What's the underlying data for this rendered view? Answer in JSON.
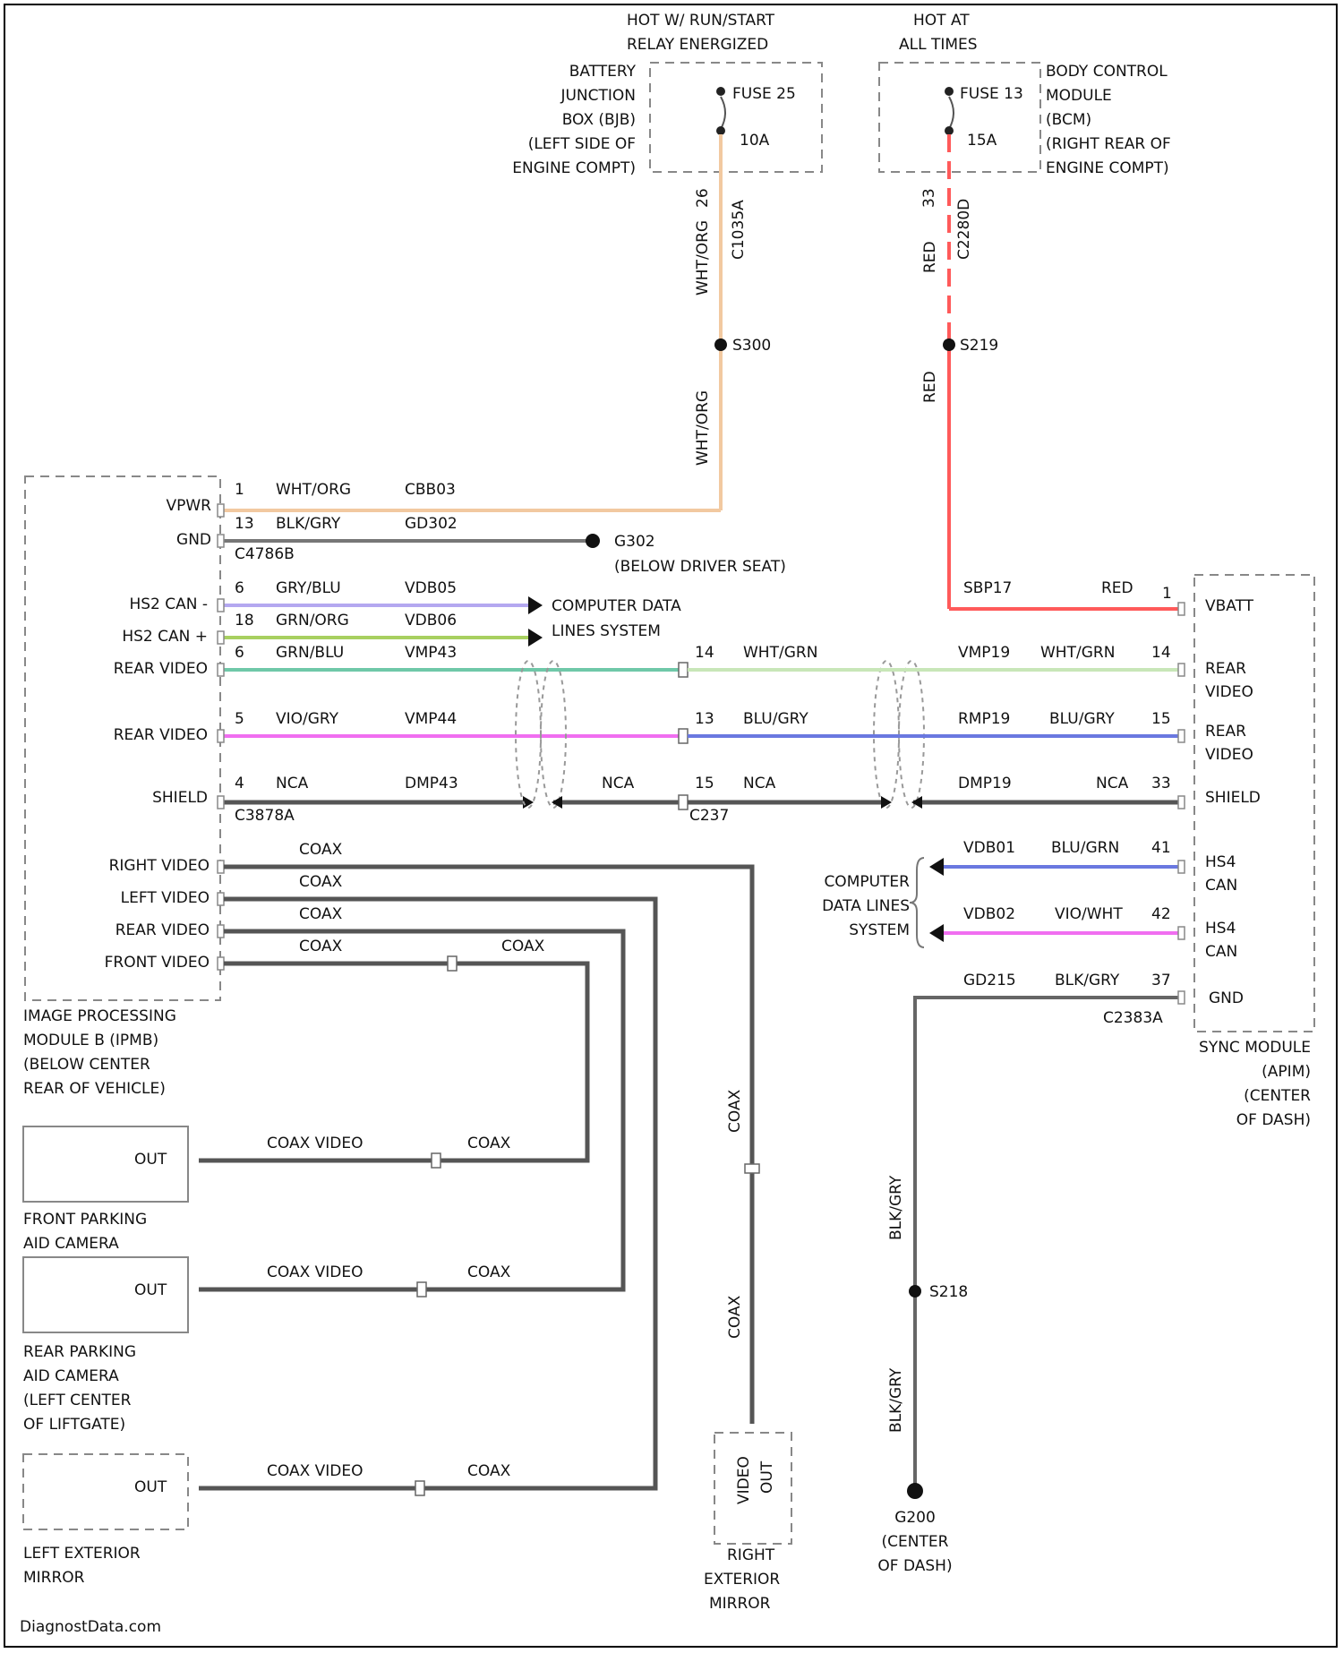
{
  "top": {
    "hot_run_start": [
      "HOT W/ RUN/START",
      "RELAY ENERGIZED"
    ],
    "hot_all_times": [
      "HOT AT",
      "ALL TIMES"
    ],
    "bjb_label": [
      "BATTERY",
      "JUNCTION",
      "BOX (BJB)",
      "(LEFT SIDE OF",
      "ENGINE COMPT)"
    ],
    "bcm_label": [
      "BODY CONTROL",
      "MODULE",
      "(BCM)",
      "(RIGHT REAR OF",
      "ENGINE COMPT)"
    ],
    "fuse_a": "FUSE 25",
    "fuse_a_amp": "10A",
    "fuse_b": "FUSE 13",
    "fuse_b_amp": "15A",
    "pin_a": "26",
    "conn_a": "C1035A",
    "pin_b": "33",
    "conn_b": "C2280D",
    "wire_a1": "WHT/ORG",
    "wire_a2": "WHT/ORG",
    "splice_a": "S300",
    "wire_b1": "RED",
    "wire_b2": "RED",
    "splice_b": "S219"
  },
  "ipm": {
    "name": [
      "IMAGE PROCESSING",
      "MODULE B (IPMB)",
      "(BELOW CENTER",
      "REAR OF VEHICLE)"
    ],
    "connector_a": "C4786B",
    "connector_b": "C3878A",
    "pins": [
      {
        "label": "VPWR",
        "num": "1",
        "color": "WHT/ORG",
        "circuit": "CBB03"
      },
      {
        "label": "GND",
        "num": "13",
        "color": "BLK/GRY",
        "circuit": "GD302"
      },
      {
        "label": "HS2 CAN -",
        "num": "6",
        "color": "GRY/BLU",
        "circuit": "VDB05"
      },
      {
        "label": "HS2 CAN +",
        "num": "18",
        "color": "GRN/ORG",
        "circuit": "VDB06"
      },
      {
        "label": "REAR VIDEO",
        "num": "6",
        "color": "GRN/BLU",
        "circuit": "VMP43"
      },
      {
        "label": "REAR VIDEO",
        "num": "5",
        "color": "VIO/GRY",
        "circuit": "VMP44"
      },
      {
        "label": "SHIELD",
        "num": "4",
        "color": "NCA",
        "circuit": "DMP43"
      }
    ],
    "video_pins": [
      "RIGHT VIDEO",
      "LEFT VIDEO",
      "REAR VIDEO",
      "FRONT VIDEO"
    ],
    "coax": "COAX"
  },
  "ground_g302": [
    "G302",
    "(BELOW DRIVER SEAT)"
  ],
  "cdl_a": [
    "COMPUTER DATA",
    "LINES SYSTEM"
  ],
  "mid": {
    "connector": "C237",
    "pin14": "14",
    "color14": "WHT/GRN",
    "pin13": "13",
    "color13": "BLU/GRY",
    "pin15": "15",
    "color15": "NCA",
    "nca": "NCA"
  },
  "sync": {
    "name": [
      "SYNC MODULE",
      "(APIM)",
      "(CENTER",
      "OF DASH)"
    ],
    "connector": "C2383A",
    "pins": [
      {
        "label": "VBATT",
        "num": "1",
        "color": "RED",
        "circuit": "SBP17"
      },
      {
        "label": "REAR VIDEO",
        "num": "14",
        "color": "WHT/GRN",
        "circuit": "VMP19"
      },
      {
        "label": "REAR VIDEO",
        "num": "15",
        "color": "BLU/GRY",
        "circuit": "RMP19"
      },
      {
        "label": "SHIELD",
        "num": "33",
        "color": "NCA",
        "circuit": "DMP19"
      },
      {
        "label": "HS4 CAN",
        "num": "41",
        "color": "BLU/GRN",
        "circuit": "VDB01"
      },
      {
        "label": "HS4 CAN",
        "num": "42",
        "color": "VIO/WHT",
        "circuit": "VDB02"
      },
      {
        "label": "GND",
        "num": "37",
        "color": "BLK/GRY",
        "circuit": "GD215"
      }
    ]
  },
  "cdl_b": [
    "COMPUTER",
    "DATA LINES",
    "SYSTEM"
  ],
  "cameras": {
    "out": "OUT",
    "coax_video": "COAX VIDEO",
    "coax": "COAX",
    "front": [
      "FRONT PARKING",
      "AID CAMERA"
    ],
    "rear": [
      "REAR PARKING",
      "AID CAMERA",
      "(LEFT CENTER",
      "OF LIFTGATE)"
    ],
    "left_mirror": [
      "LEFT EXTERIOR",
      "MIRROR"
    ],
    "right_mirror": [
      "RIGHT",
      "EXTERIOR",
      "MIRROR"
    ],
    "video_out": [
      "VIDEO",
      "OUT"
    ]
  },
  "ground_bottom": {
    "wire1": "BLK/GRY",
    "wire2": "BLK/GRY",
    "splice": "S218",
    "ground": [
      "G200",
      "(CENTER",
      "OF DASH)"
    ]
  },
  "watermark": "DiagnostData.com",
  "colors": {
    "orange": "#f2c9a0",
    "red": "#ff5a5a",
    "purple": "#b4a8f0",
    "green": "#a8d060",
    "teal": "#6fc8a8",
    "magenta": "#f06ef0",
    "blue": "#6a78e0",
    "lightgreen": "#c8e6b8",
    "grey": "#555555"
  }
}
